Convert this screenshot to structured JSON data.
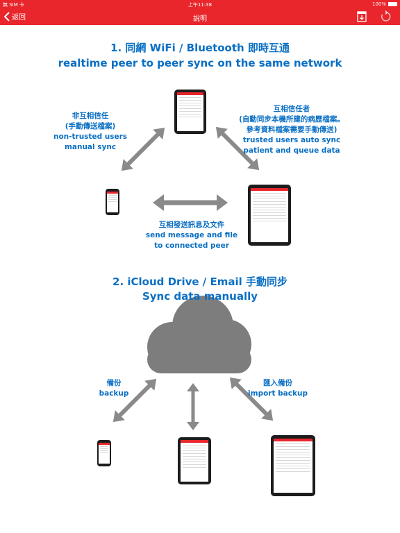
{
  "status": {
    "carrier": "無 SIM 卡",
    "time": "上午11:38",
    "battery": "100%"
  },
  "navbar": {
    "back_label": "返回",
    "title": "說明"
  },
  "section1": {
    "title_line1": "1. 同網 WiFi / Bluetooth 即時互通",
    "title_line2": "realtime peer to peer sync on the same network",
    "left_label": [
      "非互相信任",
      "(手動傳送檔案)",
      "non-trusted users",
      "manual sync"
    ],
    "right_label": [
      "互相信任者",
      "(自動同步本機所建的病歷檔案。",
      "參考資料檔案需要手動傳送)",
      "trusted users auto sync",
      "patient and queue data"
    ],
    "center_label": [
      "互相發送訊息及文件",
      "send message and file",
      "to connected peer"
    ]
  },
  "section2": {
    "title_line1": "2. iCloud Drive / Email 手動同步",
    "title_line2": "Sync data manually",
    "left_label": [
      "備份",
      "backup"
    ],
    "right_label": [
      "匯入備份",
      "import backup"
    ]
  },
  "colors": {
    "accent": "#e8262c",
    "label_blue": "#0a6fc4",
    "arrow_gray": "#8a8a8a",
    "cloud_gray": "#7d7d7d"
  },
  "icons": [
    "chevron-left-icon",
    "book-icon",
    "refresh-icon",
    "cloud-icon"
  ]
}
